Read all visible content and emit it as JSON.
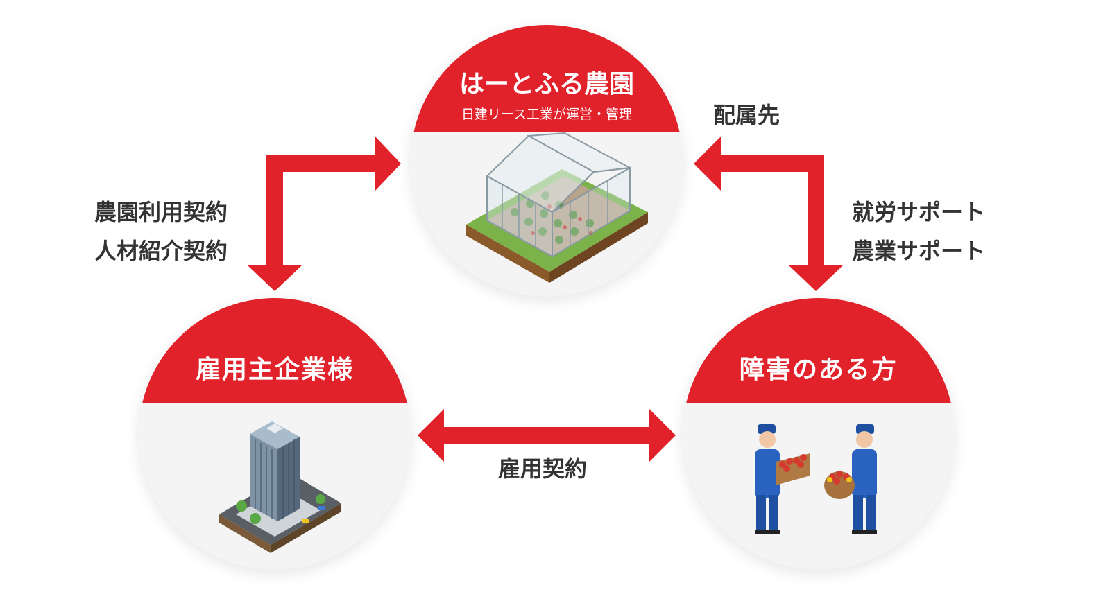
{
  "nodes": {
    "farm": {
      "title": "はーとふる農園",
      "subtitle": "日建リース工業が運営・管理",
      "icon": "greenhouse-icon"
    },
    "employer": {
      "title": "雇用主企業様",
      "icon": "office-building-icon"
    },
    "disabled": {
      "title": "障害のある方",
      "icon": "farm-workers-icon"
    }
  },
  "labels": {
    "left_top": "農園利用契約",
    "left_bottom": "人材紹介契約",
    "right_assign": "配属先",
    "right_top": "就労サポート",
    "right_bottom": "農業サポート",
    "bottom": "雇用契約"
  },
  "colors": {
    "accent": "#e1222a",
    "node_bg": "#f4f4f4",
    "text": "#333333"
  }
}
